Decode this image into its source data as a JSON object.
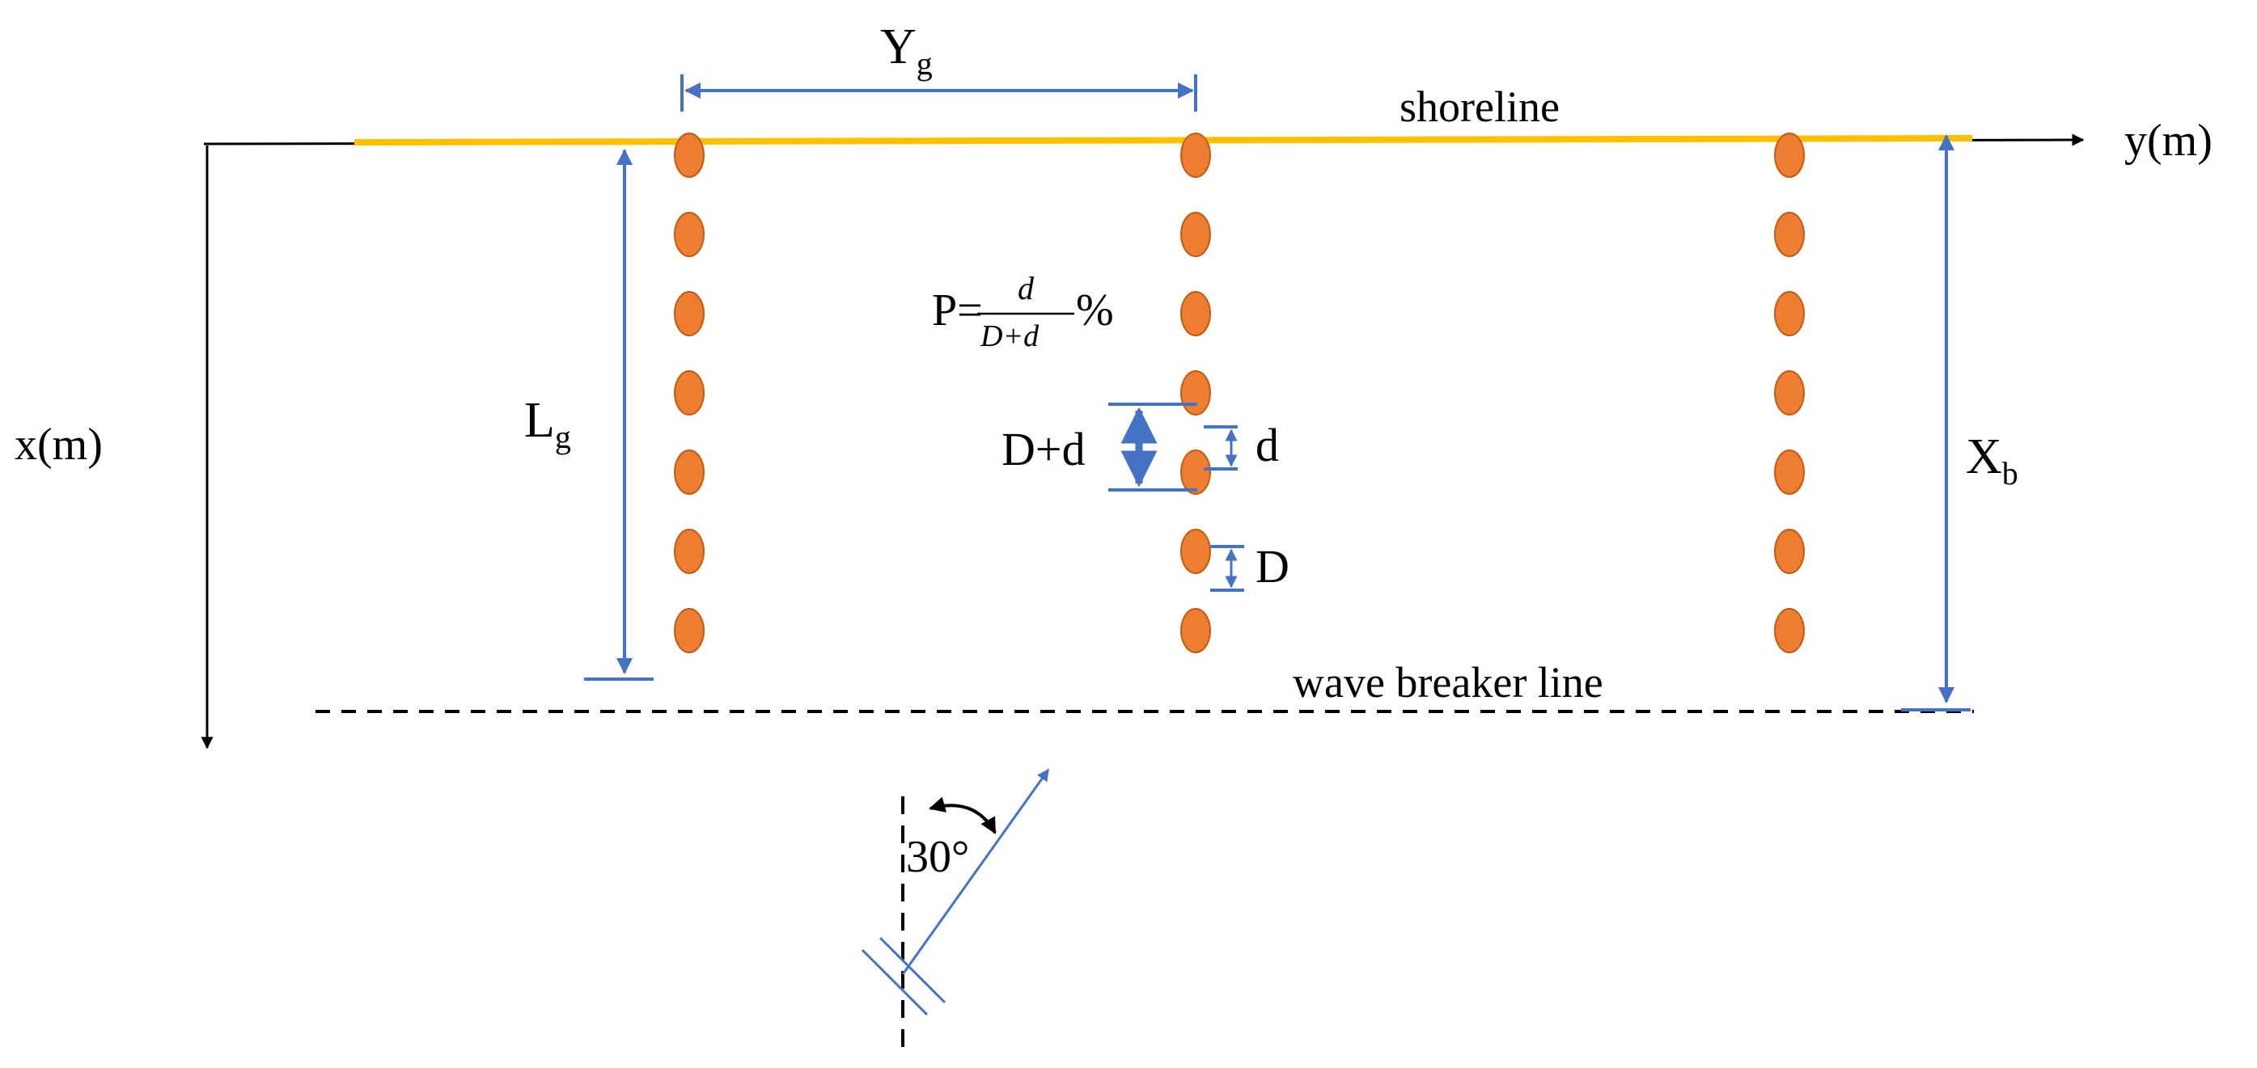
{
  "labels": {
    "y_axis": "y(m)",
    "x_axis": "x(m)",
    "shoreline": "shoreline",
    "breaker": "wave breaker line",
    "yg_main": "Y",
    "yg_sub": "g",
    "lg_main": "L",
    "lg_sub": "g",
    "xb_main": "X",
    "xb_sub": "b",
    "p_prefix": "P=",
    "p_num": "d",
    "p_den": "D+d",
    "p_suffix": "%",
    "dd_label": "D+d",
    "d_label": "d",
    "D_label": "D",
    "angle": "30°"
  },
  "colors": {
    "shoreline": "#FFC000",
    "dimension": "#4472C4",
    "pile_fill": "#ED7D31",
    "pile_stroke": "#C55A11",
    "axis": "#000000"
  },
  "groins": {
    "count": 3,
    "piles_per_groin": 7
  }
}
